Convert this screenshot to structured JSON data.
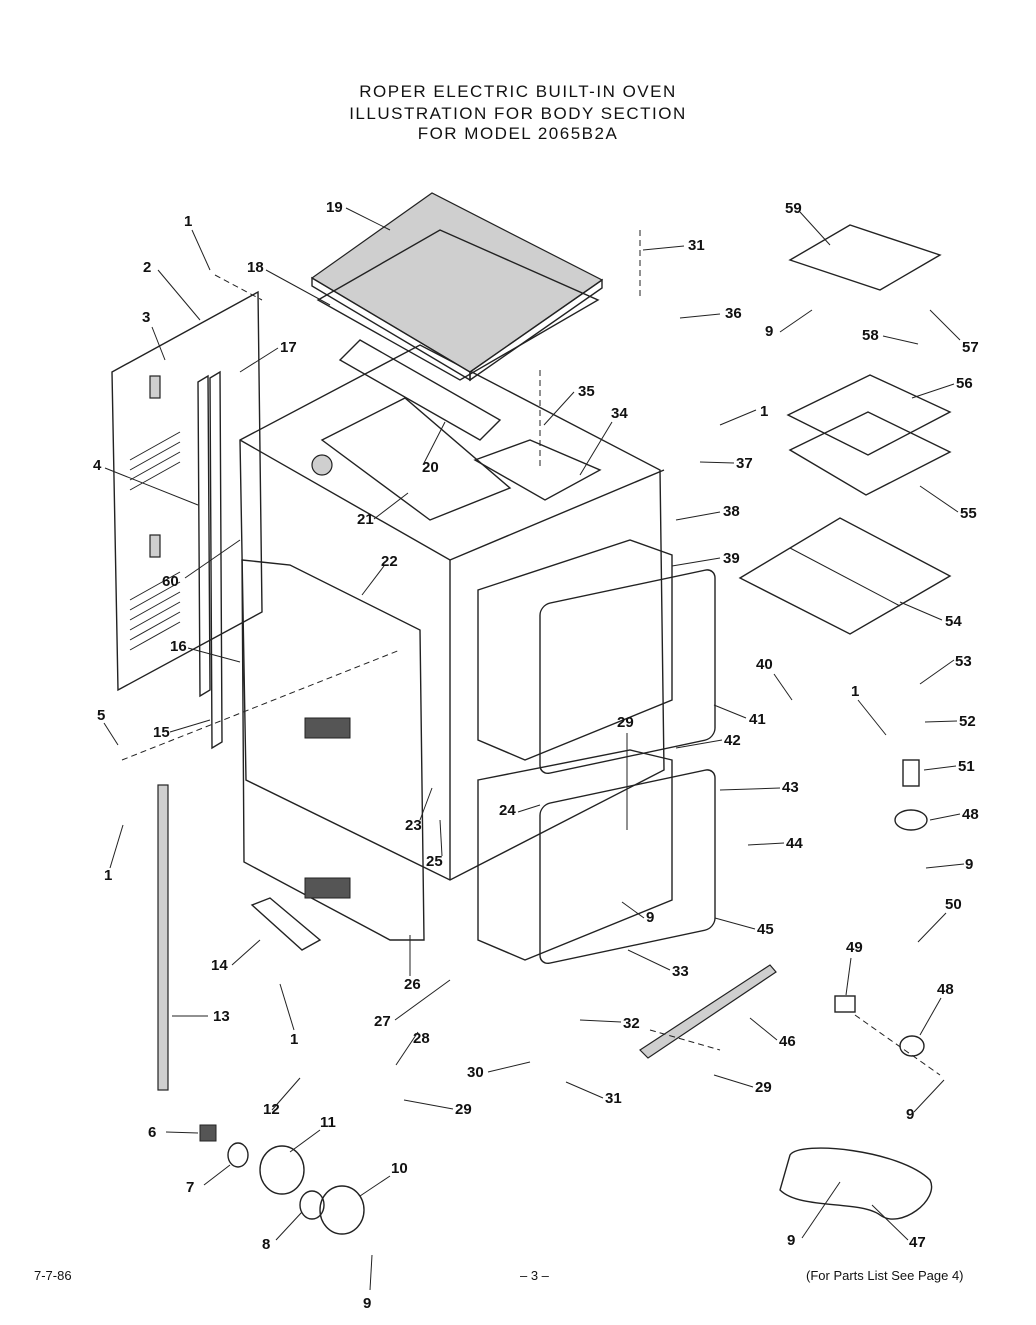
{
  "header": {
    "line1": "ROPER ELECTRIC BUILT-IN OVEN",
    "line2": "ILLUSTRATION FOR BODY SECTION",
    "line3": "FOR MODEL 2065B2A"
  },
  "footer": {
    "date": "7-7-86",
    "page": "– 3 –",
    "reference": "(For Parts List See Page 4)"
  },
  "callouts": [
    "1",
    "2",
    "3",
    "17",
    "18",
    "19",
    "31",
    "36",
    "59",
    "9",
    "58",
    "57",
    "4",
    "60",
    "16",
    "15",
    "5",
    "1",
    "20",
    "21",
    "22",
    "35",
    "34",
    "1",
    "37",
    "38",
    "56",
    "55",
    "39",
    "54",
    "40",
    "41",
    "53",
    "1",
    "52",
    "51",
    "48",
    "9",
    "29",
    "42",
    "43",
    "24",
    "44",
    "23",
    "25",
    "9",
    "45",
    "33",
    "50",
    "49",
    "48",
    "14",
    "26",
    "27",
    "1",
    "13",
    "32",
    "46",
    "28",
    "30",
    "31",
    "29",
    "12",
    "29",
    "6",
    "11",
    "7",
    "10",
    "8",
    "9",
    "9",
    "47",
    "9"
  ]
}
